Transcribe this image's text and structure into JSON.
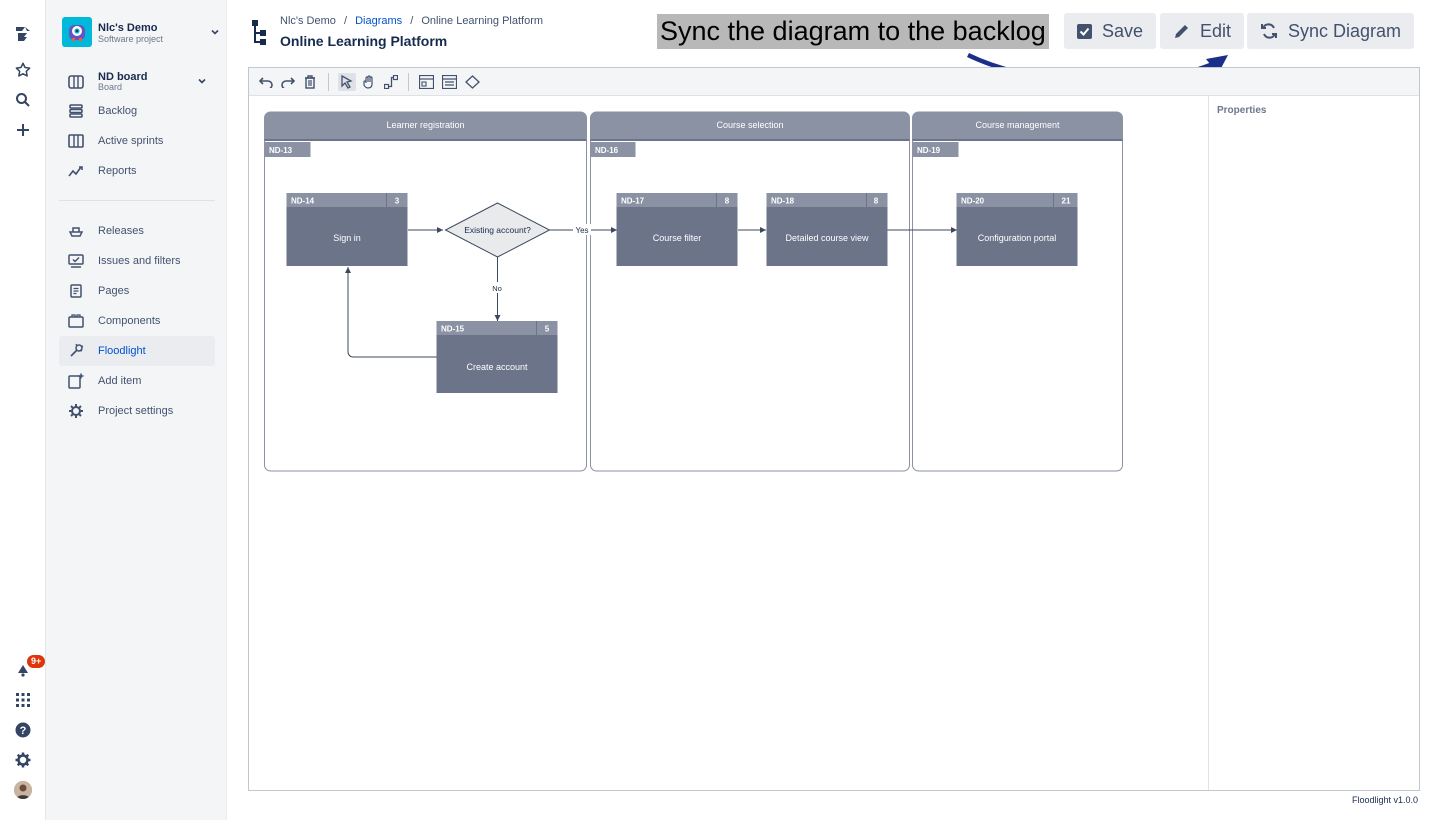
{
  "global_nav": {
    "icons": [
      "jira-logo-icon",
      "star-icon",
      "search-icon",
      "plus-icon",
      "notifications-icon",
      "apps-grid-icon",
      "help-icon",
      "settings-icon",
      "avatar"
    ],
    "notification_badge": "9+"
  },
  "project": {
    "name": "Nlc's Demo",
    "type": "Software project"
  },
  "sidebar": {
    "board": {
      "name": "ND board",
      "type": "Board"
    },
    "items": [
      {
        "label": "Backlog",
        "icon": "backlog-icon"
      },
      {
        "label": "Active sprints",
        "icon": "columns-icon"
      },
      {
        "label": "Reports",
        "icon": "chart-icon"
      }
    ],
    "items2": [
      {
        "label": "Releases",
        "icon": "ship-icon"
      },
      {
        "label": "Issues and filters",
        "icon": "issues-icon"
      },
      {
        "label": "Pages",
        "icon": "page-icon"
      },
      {
        "label": "Components",
        "icon": "component-icon"
      },
      {
        "label": "Floodlight",
        "icon": "floodlight-icon",
        "active": true
      },
      {
        "label": "Add item",
        "icon": "add-item-icon"
      },
      {
        "label": "Project settings",
        "icon": "gear-icon"
      }
    ]
  },
  "breadcrumb": {
    "project": "Nlc's Demo",
    "section": "Diagrams",
    "page": "Online Learning Platform",
    "sep": "/"
  },
  "page_title": "Online Learning Platform",
  "tooltip": "Sync the diagram to the backlog",
  "actions": {
    "save": "Save",
    "edit": "Edit",
    "sync": "Sync Diagram"
  },
  "properties_title": "Properties",
  "footer": "Floodlight v1.0.0",
  "diagram": {
    "lanes": [
      {
        "title": "Learner registration",
        "key": "ND-13"
      },
      {
        "title": "Course selection",
        "key": "ND-16"
      },
      {
        "title": "Course management",
        "key": "ND-19"
      }
    ],
    "tasks": [
      {
        "key": "ND-14",
        "points": "3",
        "label": "Sign in"
      },
      {
        "key": "ND-15",
        "points": "5",
        "label": "Create account"
      },
      {
        "key": "ND-17",
        "points": "8",
        "label": "Course filter"
      },
      {
        "key": "ND-18",
        "points": "8",
        "label": "Detailed course view"
      },
      {
        "key": "ND-20",
        "points": "21",
        "label": "Configuration portal"
      }
    ],
    "decision": "Existing account?",
    "edge_labels": {
      "yes": "Yes",
      "no": "No"
    }
  },
  "colors": {
    "accent": "#0052cc",
    "task_fill": "#6b7489",
    "task_header": "#8a92a3",
    "lane_header": "#8a92a3",
    "arrow": "#1a2f8a"
  }
}
